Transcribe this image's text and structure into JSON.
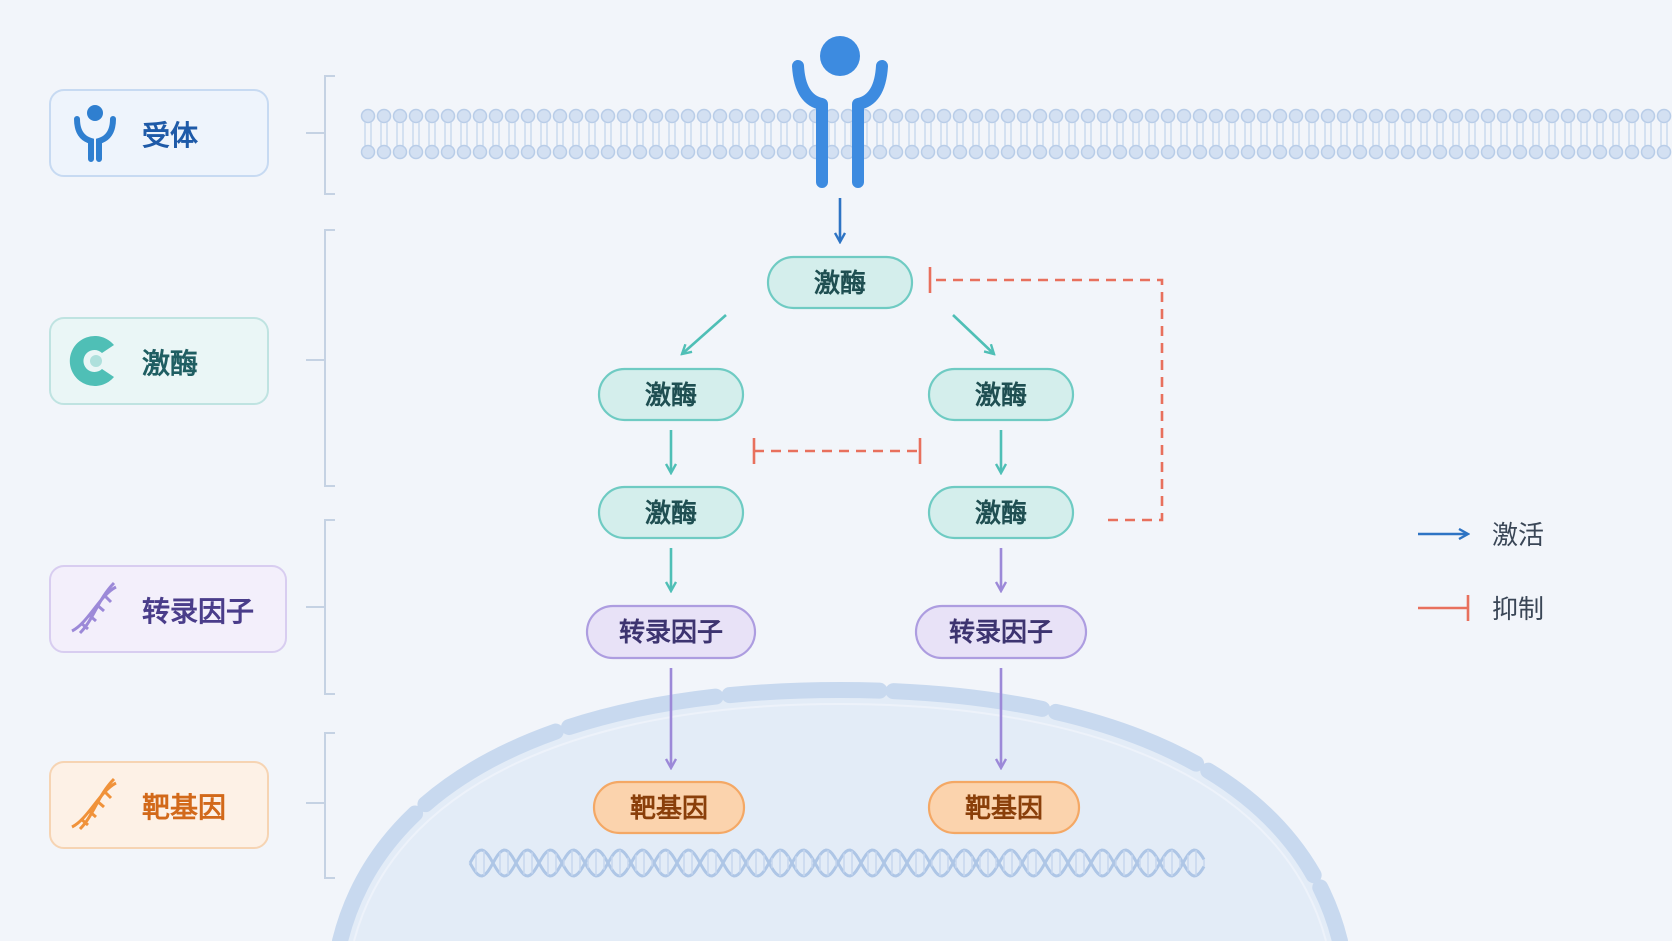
{
  "categories": {
    "receptor": "受体",
    "kinase": "激酶",
    "tf": "转录因子",
    "target": "靶基因"
  },
  "nodes": {
    "kinase_top": "激酶",
    "kinase_l1": "激酶",
    "kinase_r1": "激酶",
    "kinase_l2": "激酶",
    "kinase_r2": "激酶",
    "tf_left": "转录因子",
    "tf_right": "转录因子",
    "target_left": "靶基因",
    "target_right": "靶基因"
  },
  "legend": {
    "activate": "激活",
    "inhibit": "抑制"
  },
  "colors": {
    "receptor": "#2f7fd0",
    "kinase": "#4fbfb6",
    "kinase_fill": "#d4eeec",
    "tf": "#9c89d8",
    "tf_fill": "#e8e2f7",
    "target": "#f0923a",
    "target_fill": "#fbd3ad",
    "inhibit": "#e8705d",
    "activate": "#2e74c4",
    "membrane": "#b9cde8",
    "nucleus": "#c8d9ef"
  },
  "icons": {
    "receptor": "receptor-icon",
    "kinase": "enzyme-icon",
    "tf": "dna-icon",
    "target": "dna-icon"
  }
}
